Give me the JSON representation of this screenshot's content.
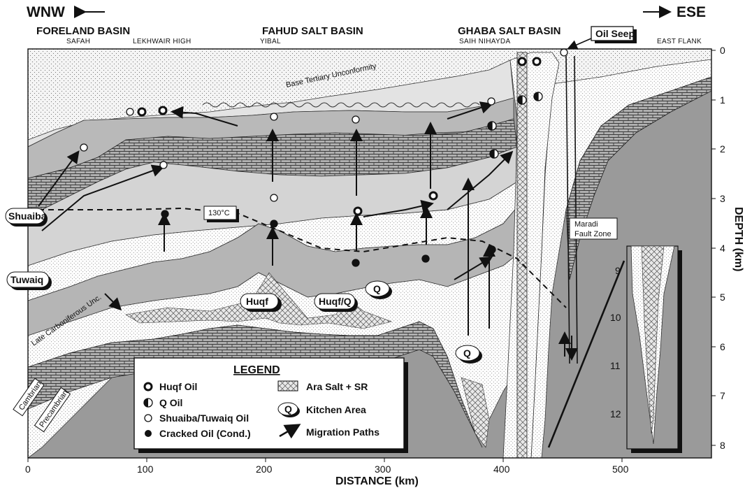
{
  "direction_left": "WNW",
  "direction_right": "ESE",
  "basins": {
    "foreland": "FORELAND BASIN",
    "fahud": "FAHUD SALT BASIN",
    "ghaba": "GHABA SALT BASIN"
  },
  "locations": {
    "safah": "SAFAH",
    "lekhwair": "LEKHWAIR HIGH",
    "yibal": "YIBAL",
    "saih": "SAIH NIHAYDA",
    "east_flank": "EAST FLANK"
  },
  "labels": {
    "oil_seep": "Oil Seep",
    "base_tertiary": "Base Tertiary Unconformity",
    "shuaiba": "Shuaiba",
    "tuwaiq": "Tuwaiq",
    "temp": "130°C",
    "maradi": "Maradi",
    "maradi2": "Fault Zone",
    "late_carb": "Late Carboniferous Unc.",
    "huqf": "Huqf",
    "huqf_q": "Huqf/Q",
    "q": "Q",
    "cambrian": "Cambrian",
    "precambrian": "Precambrian"
  },
  "legend": {
    "title": "LEGEND",
    "items": [
      "Huqf Oil",
      "Q Oil",
      "Shuaiba/Tuwaiq Oil",
      "Cracked Oil (Cond.)",
      "Ara Salt + SR",
      "Kitchen Area",
      "Migration Paths"
    ],
    "kitchen_symbol": "Q"
  },
  "x_axis": {
    "label": "DISTANCE (km)",
    "ticks": [
      "0",
      "100",
      "200",
      "300",
      "400",
      "500"
    ]
  },
  "y_axis": {
    "label": "DEPTH (km)",
    "ticks": [
      "0",
      "1",
      "2",
      "3",
      "4",
      "5",
      "6",
      "7",
      "8"
    ]
  },
  "inset_ticks": [
    "9",
    "10",
    "11",
    "12"
  ],
  "colors": {
    "dark_gray": "#9a9a9a",
    "mid_gray": "#b9b9b9",
    "light_gray": "#d4d4d4",
    "lightest": "#e6e6e6",
    "white": "#ffffff",
    "ink": "#111111"
  }
}
